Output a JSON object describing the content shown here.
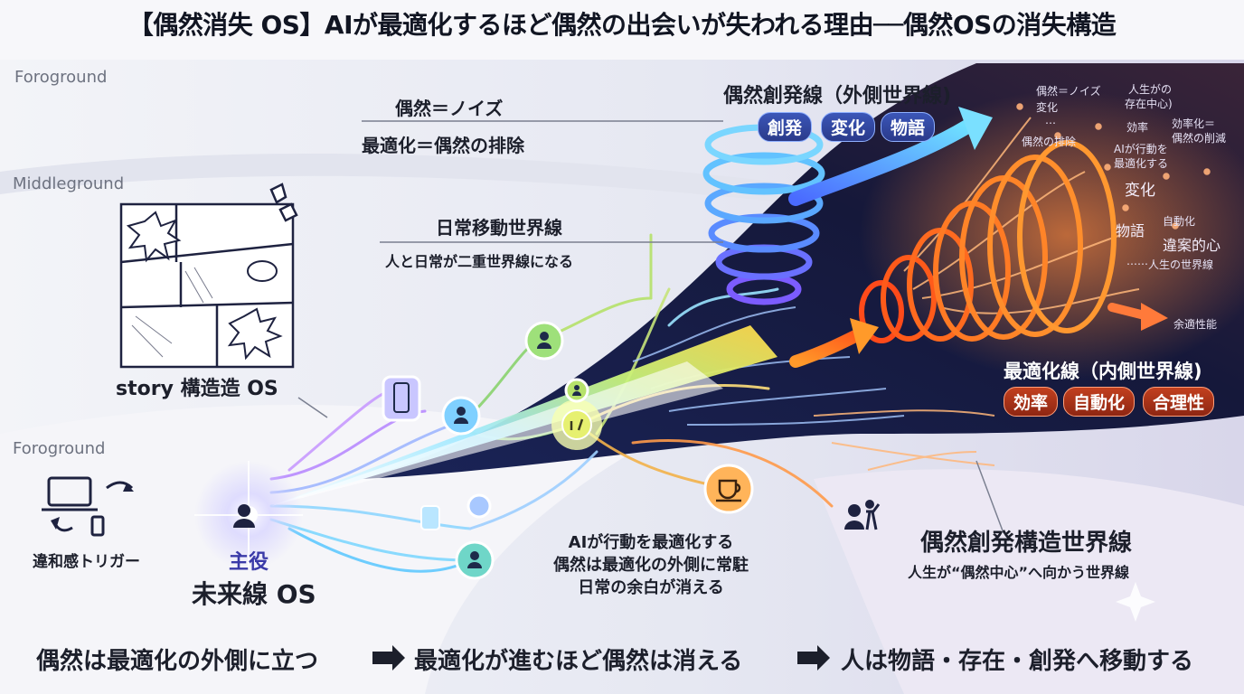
{
  "title": "【偶然消失 OS】AIが最適化するほど偶然の出会いが失われる理由──偶然OSの消失構造",
  "layers": {
    "foreground_top": "Foroground",
    "middleground": "Middleground",
    "foreground_bottom": "Foroground"
  },
  "equation": {
    "line1": "偶然＝ノイズ",
    "line2": "最適化＝偶然の排除"
  },
  "daily": {
    "title": "日常移動世界線",
    "subtitle": "人と日常が二重世界線になる"
  },
  "story": {
    "label": "story 構造造 OS"
  },
  "trigger": {
    "label": "違和感トリガー"
  },
  "protagonist": {
    "role": "主役",
    "os": "未来線 OS"
  },
  "emergent_line": {
    "title": "偶然創発線（外側世界線)",
    "tags": [
      "創発",
      "変化",
      "物語"
    ]
  },
  "optimization_line": {
    "title": "最適化線（内側世界線)",
    "tags": [
      "効率",
      "自動化",
      "合理性"
    ]
  },
  "right_notes": {
    "n1": "偶然＝ノイズ",
    "n2": "変化",
    "n3": "…",
    "n4": "人生がの",
    "n5": "存在中心)",
    "n6": "効率",
    "n7": "効率化＝",
    "n8": "偶然の削減",
    "n9": "偶然の排除",
    "n10": "AIが行動を",
    "n11": "最適化する",
    "n12": "変化",
    "n13": "物語",
    "n14": "自動化",
    "n15": "違案的心",
    "n16": "……",
    "n17": "人生の世界線",
    "n18": "余適性能"
  },
  "center_text": {
    "line1": "AIが行動を最適化する",
    "line2": "偶然は最適化の外側に常駐",
    "line3": "日常の余白が消える"
  },
  "emergent_world": {
    "title": "偶然創発構造世界線",
    "subtitle": "人生が“偶然中心”へ向かう世界線"
  },
  "bottom": {
    "step1": "偶然は最適化の外側に立つ",
    "step2": "最適化が進むほど偶然は消える",
    "step3": "人は物語・存在・創発へ移動する"
  },
  "colors": {
    "spiral_blue": "#5aa8ff",
    "spiral_purple": "#9a7cff",
    "cone_orange": "#ff6a1f",
    "dark_band": "#141a3a",
    "pill_blue": "#2f45a0",
    "pill_red": "#a8321a"
  }
}
